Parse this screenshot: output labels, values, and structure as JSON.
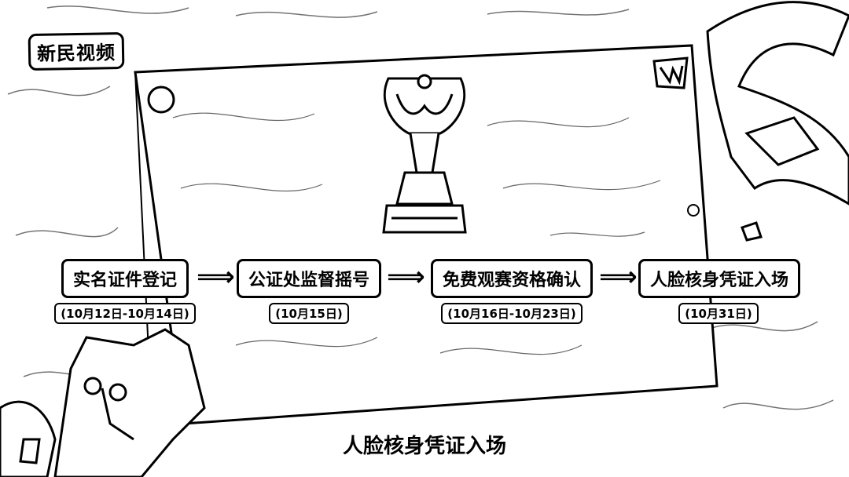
{
  "brand": {
    "logo_text": "新民视频"
  },
  "steps": [
    {
      "label": "实名证件登记",
      "date": "(10月12日-10月14日)"
    },
    {
      "label": "公证处监督摇号",
      "date": "(10月15日)"
    },
    {
      "label": "免费观赛资格确认",
      "date": "(10月16日-10月23日)"
    },
    {
      "label": "人脸核身凭证入场",
      "date": "(10月31日)"
    }
  ],
  "arrows": [
    "⟹",
    "⟹",
    "⟹"
  ],
  "caption": "人脸核身凭证入场",
  "icons": [
    "trophy-icon",
    "worlds-logo-icon",
    "arrow-right-icon"
  ],
  "colors": {
    "ink": "#000000",
    "paper": "#ffffff"
  }
}
